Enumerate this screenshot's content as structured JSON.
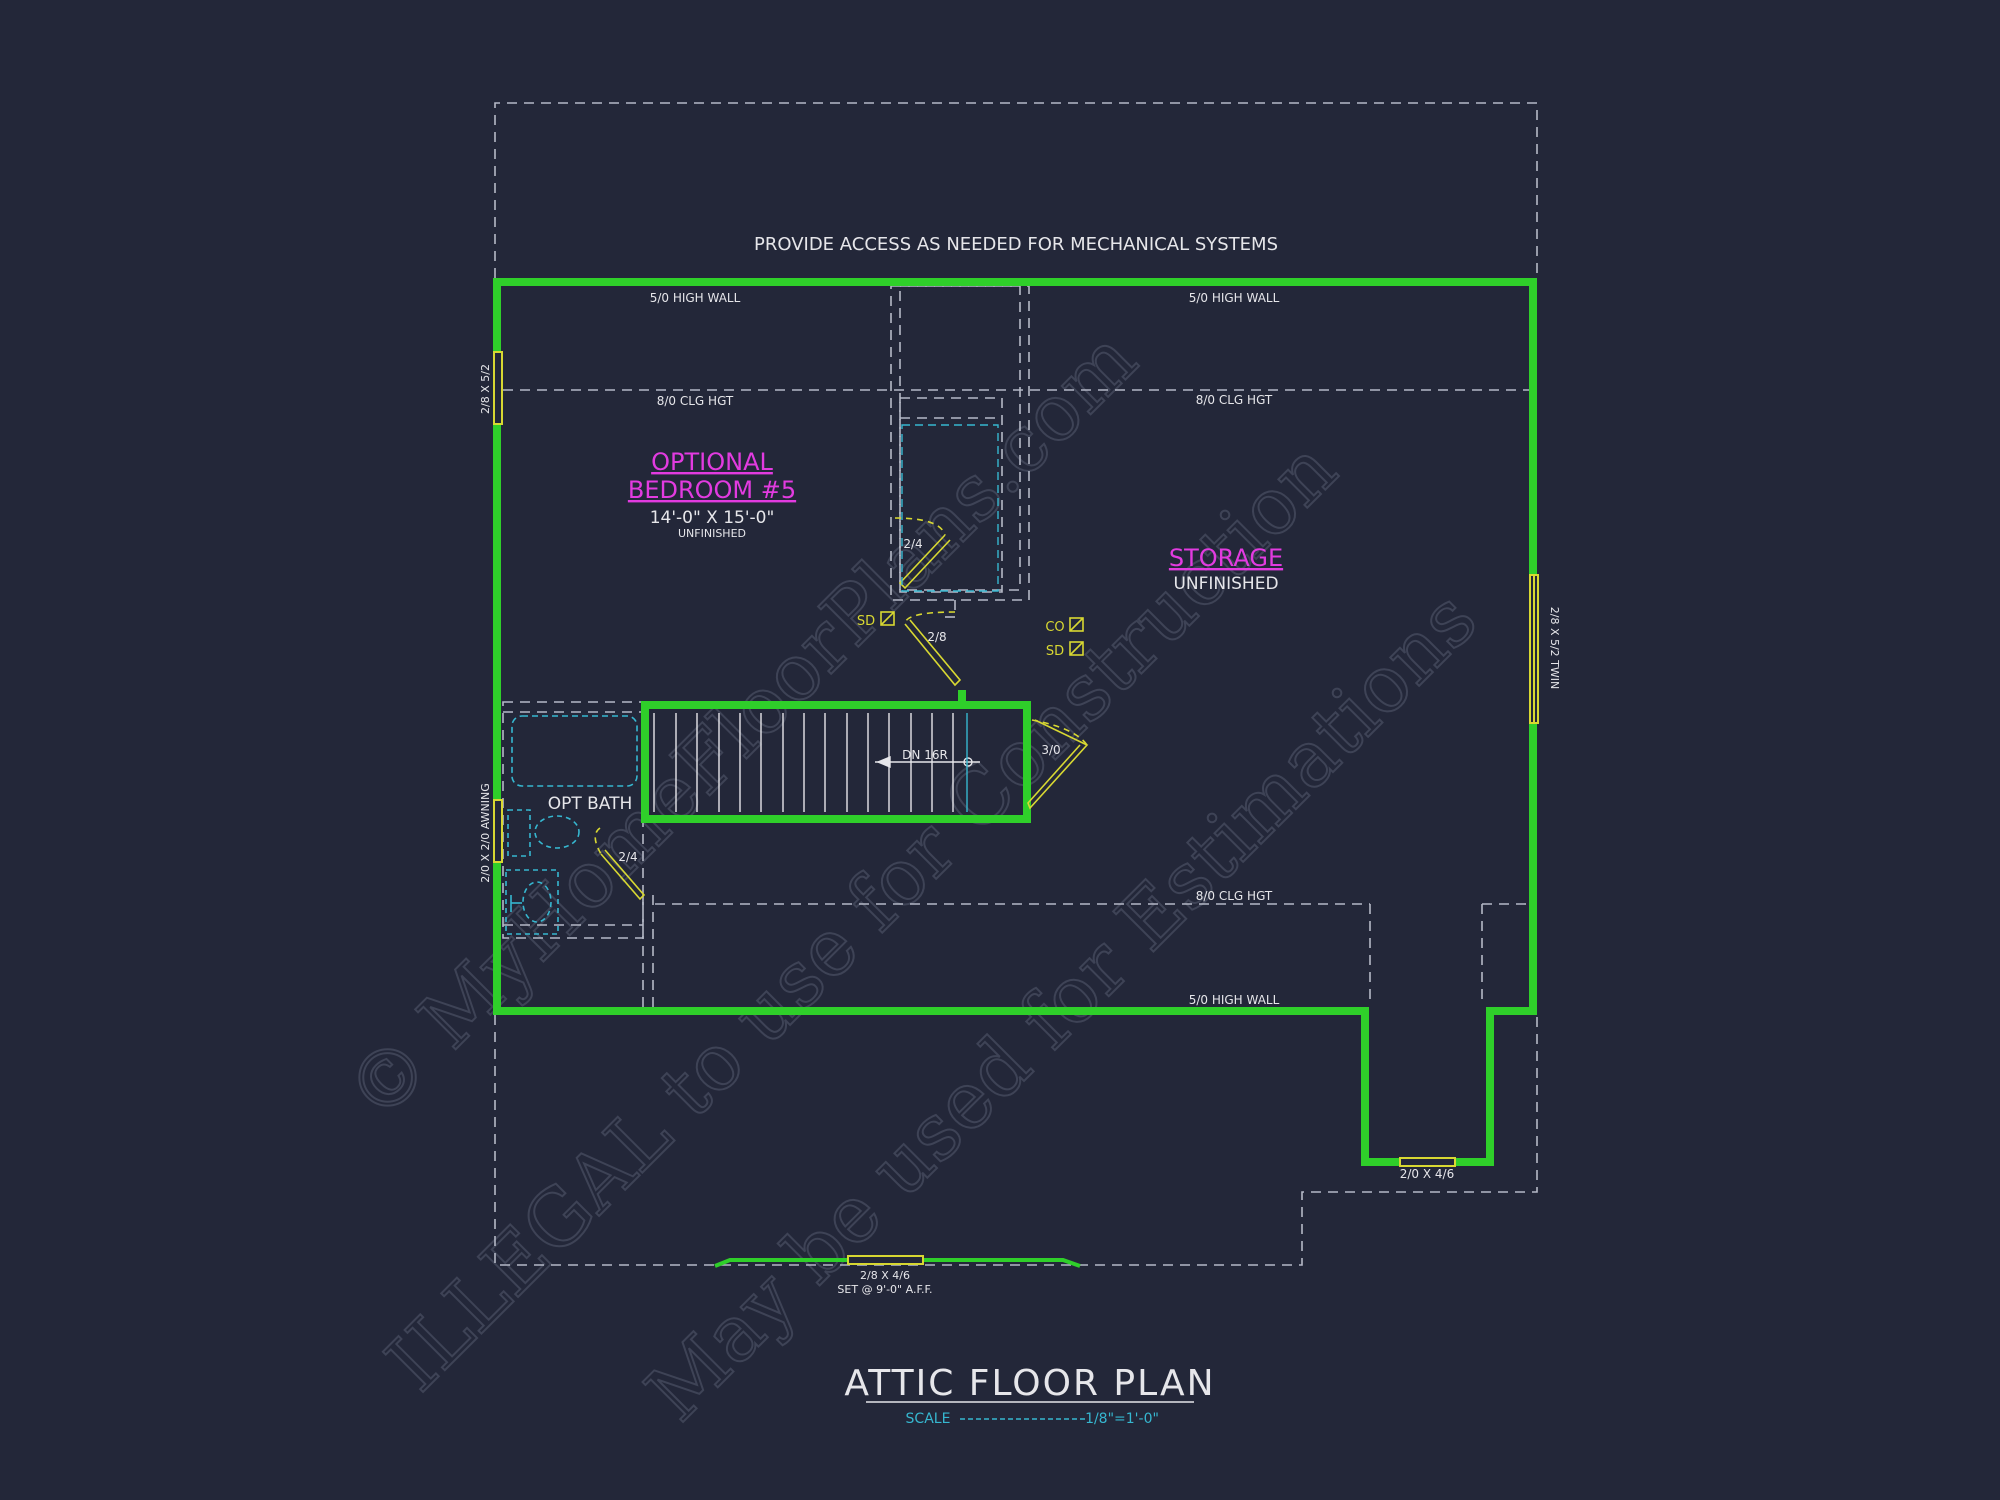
{
  "colors": {
    "background": "#232739",
    "wall": "#2fcf2a",
    "dashed": "#b5b9c7",
    "magenta": "#e23be0",
    "yellow": "#d8d832",
    "cyan": "#36b7d0",
    "text": "#e6e6ea"
  },
  "notes": {
    "mechanical": "PROVIDE ACCESS AS NEEDED FOR MECHANICAL SYSTEMS",
    "high_wall_left": "5/0 HIGH WALL",
    "high_wall_right": "5/0 HIGH WALL",
    "high_wall_bottom": "5/0 HIGH WALL",
    "clg_left": "8/0 CLG HGT",
    "clg_right": "8/0 CLG HGT",
    "clg_bottom": "8/0 CLG HGT"
  },
  "rooms": {
    "bedroom": {
      "title_line1": "OPTIONAL",
      "title_line2": "BEDROOM #5",
      "size": "14'-0\" X 15'-0\"",
      "status": "UNFINISHED"
    },
    "storage": {
      "title": "STORAGE",
      "status": "UNFINISHED"
    },
    "bath": {
      "title": "OPT BATH"
    }
  },
  "doors": {
    "closet_door": "2/4",
    "bedroom_door": "2/8",
    "bath_door": "2/4",
    "stair_door": "3/0"
  },
  "stairs": {
    "label": "DN 16R"
  },
  "devices": {
    "sd1": "SD",
    "co": "CO",
    "sd2": "SD"
  },
  "windows": {
    "left_top": "2/8 X 5/2",
    "left_bottom": "2/0 X 2/0 AWNING",
    "right": "2/8 X 5/2 TWIN",
    "bump": "2/0 X 4/6",
    "bottom_line1": "2/8 X 4/6",
    "bottom_line2": "SET @ 9'-0\" A.F.F."
  },
  "title_block": {
    "title": "ATTIC FLOOR PLAN",
    "scale_label": "SCALE",
    "scale_value": "1/8\"=1'-0\""
  },
  "watermark": {
    "line1": "© MyHomeFloorPlans.com",
    "line2": "ILLEGAL to use for Construction",
    "line3": "May be used for Estimations"
  }
}
